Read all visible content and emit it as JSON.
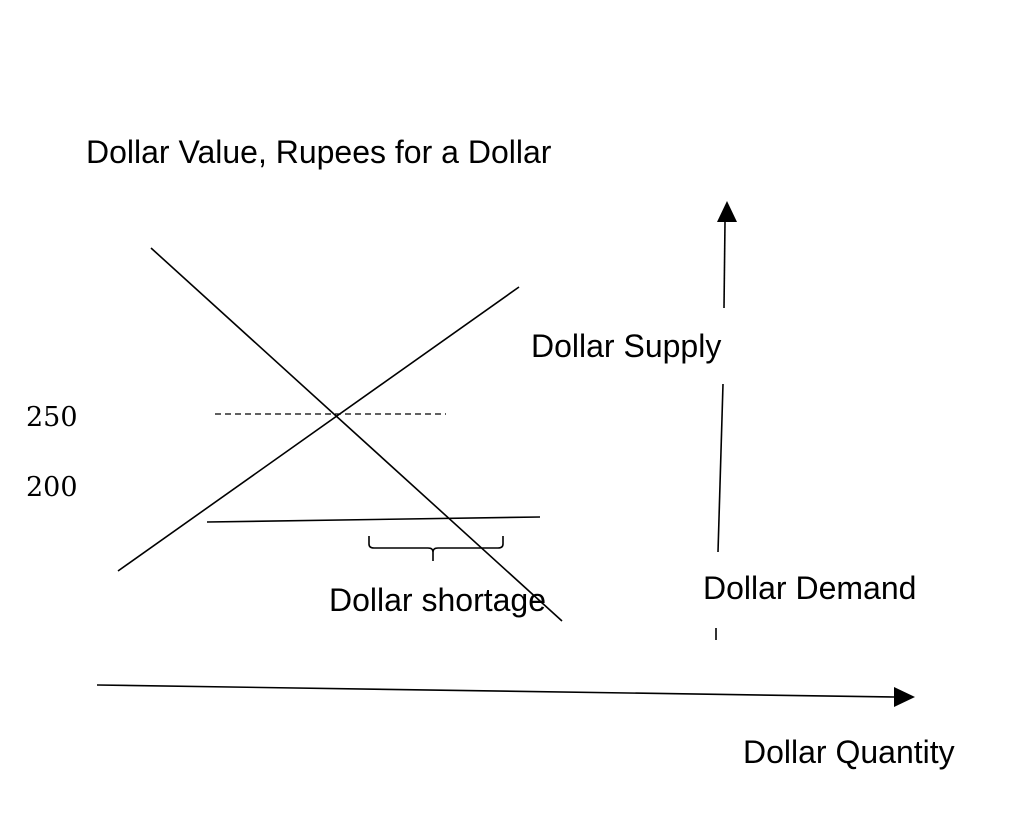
{
  "diagram": {
    "title": "Dollar Value, Rupees for a Dollar",
    "supply_label": "Dollar Supply",
    "demand_label": "Dollar Demand",
    "shortage_label": "Dollar shortage",
    "x_axis_label": "Dollar Quantity",
    "price_levels": [
      "250",
      "200"
    ]
  }
}
